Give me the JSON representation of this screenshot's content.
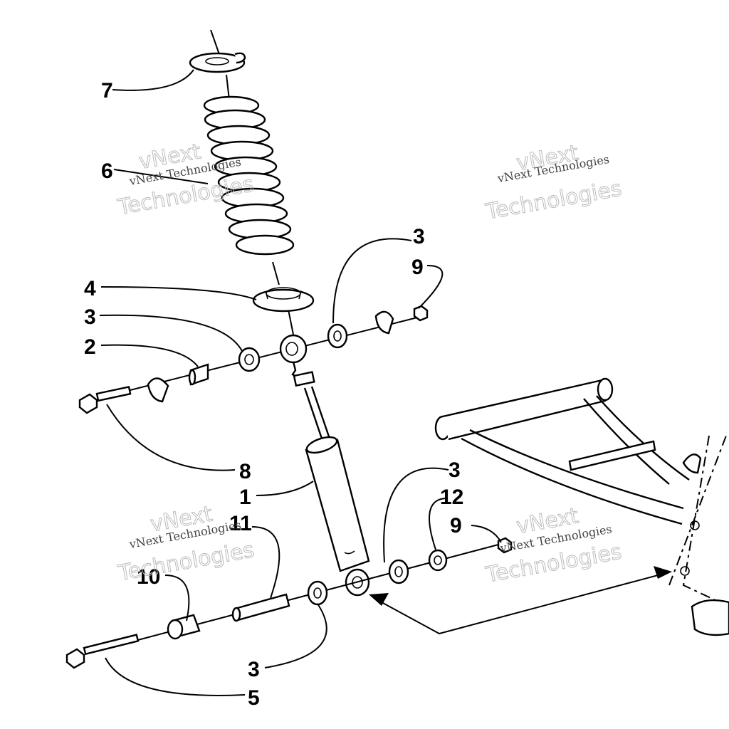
{
  "diagram": {
    "callouts": [
      {
        "id": "label-7",
        "text": "7"
      },
      {
        "id": "label-6",
        "text": "6"
      },
      {
        "id": "label-4",
        "text": "4"
      },
      {
        "id": "label-3a",
        "text": "3"
      },
      {
        "id": "label-2",
        "text": "2"
      },
      {
        "id": "label-3b",
        "text": "3"
      },
      {
        "id": "label-9a",
        "text": "9"
      },
      {
        "id": "label-8",
        "text": "8"
      },
      {
        "id": "label-1",
        "text": "1"
      },
      {
        "id": "label-11",
        "text": "11"
      },
      {
        "id": "label-3c",
        "text": "3"
      },
      {
        "id": "label-12",
        "text": "12"
      },
      {
        "id": "label-9b",
        "text": "9"
      },
      {
        "id": "label-10",
        "text": "10"
      },
      {
        "id": "label-3d",
        "text": "3"
      },
      {
        "id": "label-5",
        "text": "5"
      }
    ],
    "watermark": {
      "company_line1": "vNext",
      "company_line2": "Technologies",
      "company_full": "vNext Technologies"
    }
  }
}
